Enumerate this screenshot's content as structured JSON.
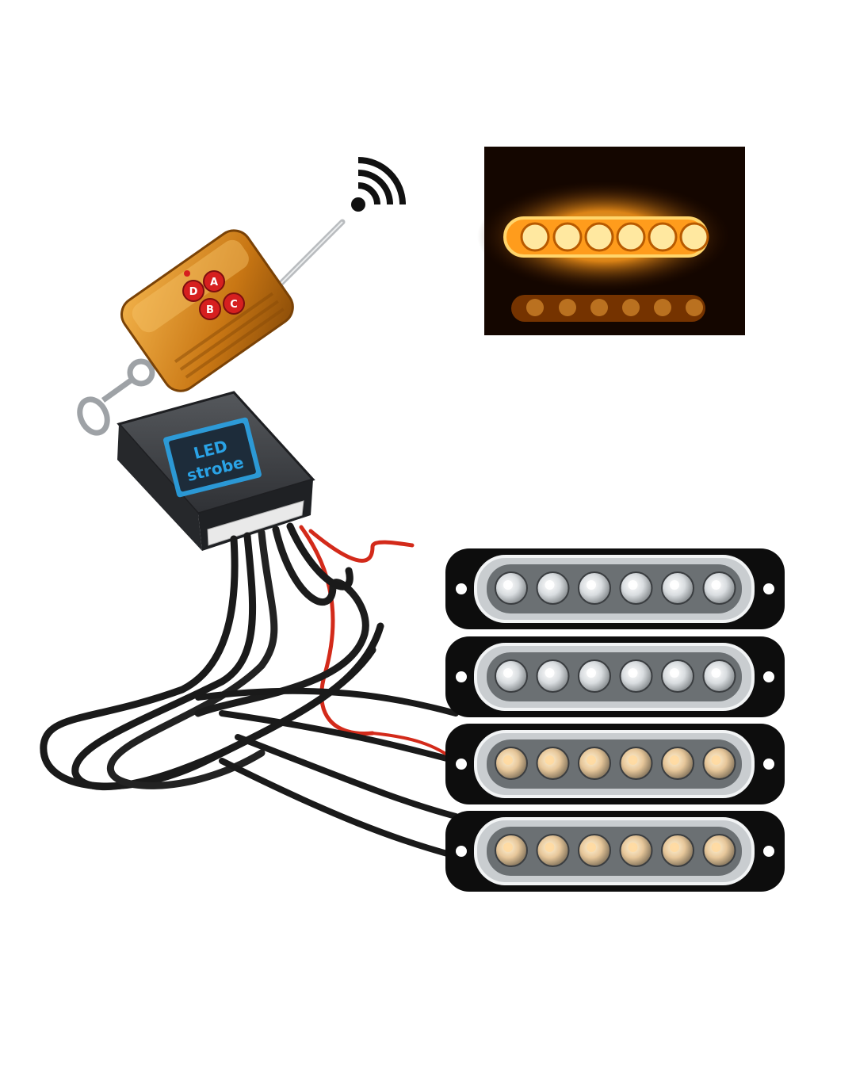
{
  "product": {
    "controller": {
      "line1": "LED",
      "line2": "strobe"
    },
    "remote": {
      "buttons": [
        "D",
        "A",
        "B",
        "C"
      ]
    },
    "light_bars": {
      "count": 4,
      "leds_per_bar": 6
    },
    "colors": {
      "amber_glow": "#ff9a1a",
      "remote_body": "#d88a1c",
      "controller_body": "#3a3c40",
      "label_blue": "#2aa3e6",
      "wire_red": "#d32a1a",
      "wire_black": "#1a1a1a"
    },
    "icons": [
      "wireless-signal-icon"
    ]
  }
}
